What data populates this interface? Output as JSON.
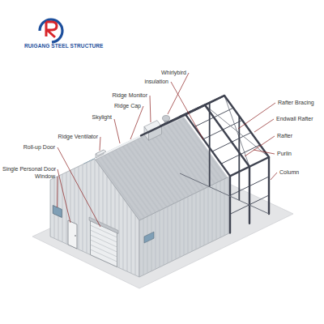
{
  "diagram": {
    "labels": [
      "RUIGANG STEEL STRUCTURE",
      "Whirlybird",
      "insulation",
      "Ridge Monitor",
      "Ridge Cap",
      "Skylight",
      "Ridge Ventilator",
      "Roll-up Door",
      "Single Personal Door",
      "Window",
      "Rafter Bracing",
      "Endwall Rafter",
      "Rafter",
      "Purlin",
      "Column"
    ]
  }
}
